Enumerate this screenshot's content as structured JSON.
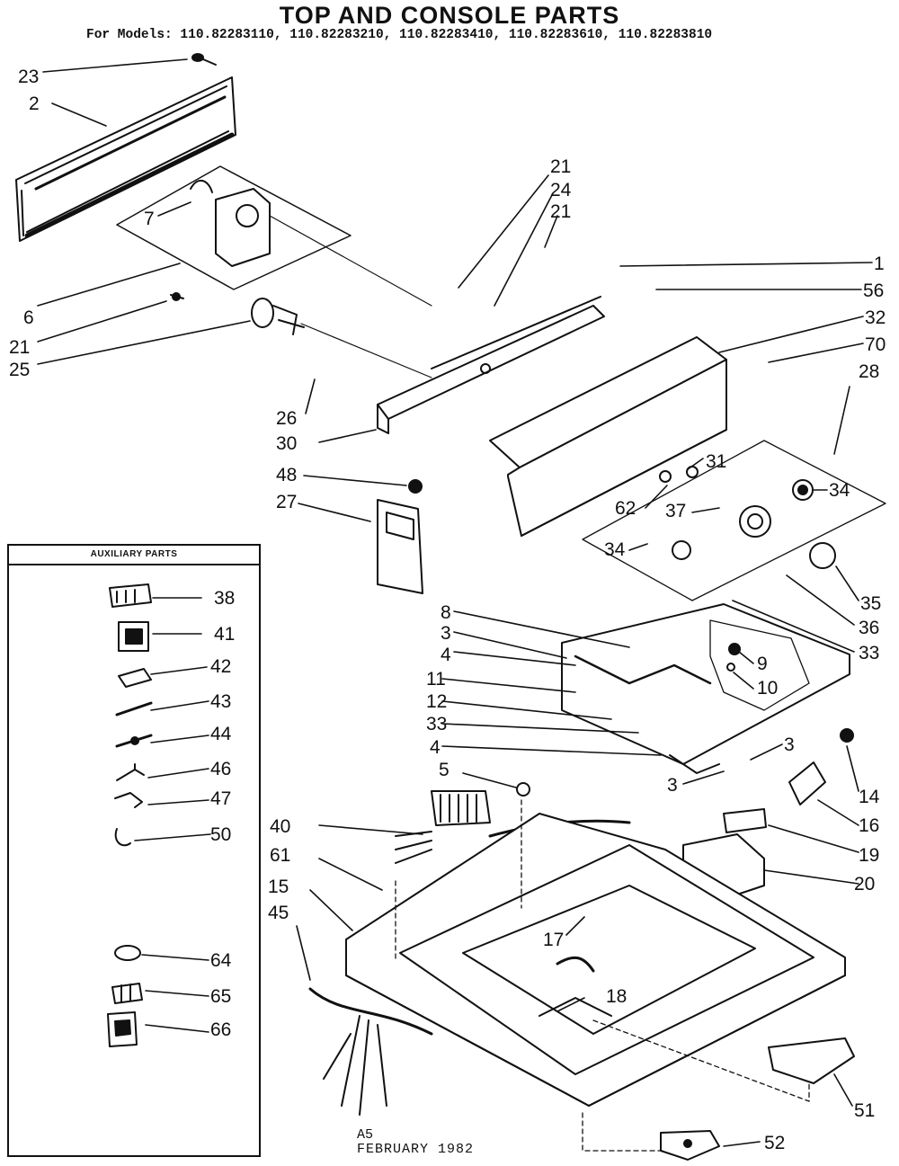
{
  "title": "TOP AND CONSOLE PARTS",
  "models_line": "For Models: 110.82283110, 110.82283210, 110.82283410, 110.82283610, 110.82283810",
  "auxiliary_title": "AUXILIARY PARTS",
  "footer_code": "A5",
  "footer_date": "FEBRUARY 1982",
  "callouts": {
    "c23": "23",
    "c2": "2",
    "c6": "6",
    "c21a": "21",
    "c25": "25",
    "c7": "7",
    "c21b": "21",
    "c24": "24",
    "c21c": "21",
    "c1": "1",
    "c56": "56",
    "c32": "32",
    "c70": "70",
    "c28": "28",
    "c26": "26",
    "c30": "30",
    "c48": "48",
    "c27": "27",
    "c31": "31",
    "c34a": "34",
    "c62": "62",
    "c37": "37",
    "c34b": "34",
    "c35": "35",
    "c36": "36",
    "c33a": "33",
    "c8": "8",
    "c3a": "3",
    "c4a": "4",
    "c11": "11",
    "c12": "12",
    "c33b": "33",
    "c4b": "4",
    "c9": "9",
    "c10": "10",
    "c3b": "3",
    "c14": "14",
    "c5": "5",
    "c3c": "3",
    "c16": "16",
    "c19": "19",
    "c20": "20",
    "c40": "40",
    "c61": "61",
    "c15": "15",
    "c45": "45",
    "c17": "17",
    "c18": "18",
    "c51": "51",
    "c52": "52",
    "c38": "38",
    "c41": "41",
    "c42": "42",
    "c43": "43",
    "c44": "44",
    "c46": "46",
    "c47": "47",
    "c50": "50",
    "c64": "64",
    "c65": "65",
    "c66": "66"
  }
}
